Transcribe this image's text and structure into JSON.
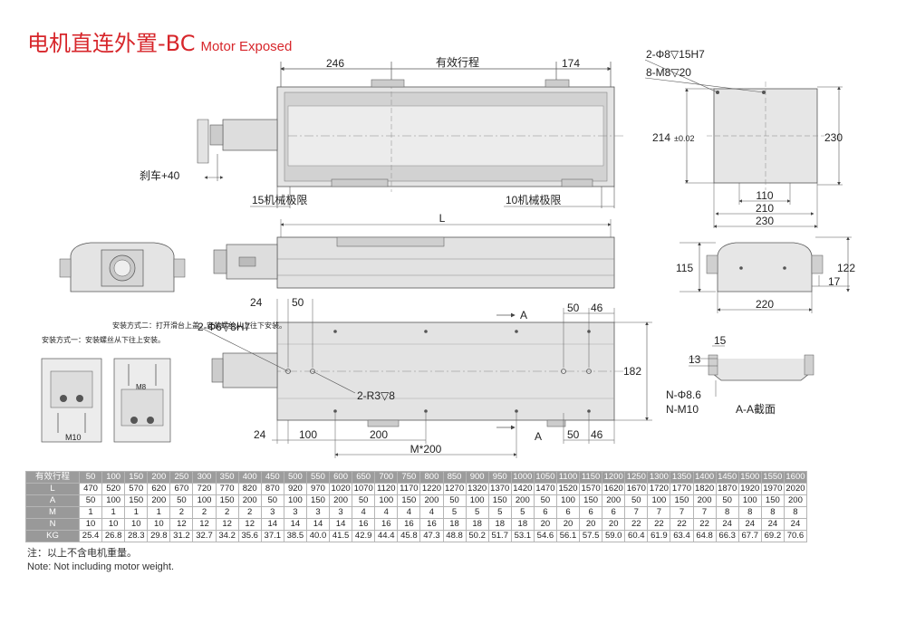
{
  "title": {
    "main": "电机直连外置-BC",
    "sub": "Motor Exposed"
  },
  "top_view": {
    "dim_left": "246",
    "dim_stroke": "有效行程",
    "dim_right": "174",
    "brake": "刹车+40",
    "limit_left": "15机械极限",
    "limit_right": "10机械极限"
  },
  "end_view": {
    "hole_top": "2-Φ8▽15H7",
    "hole_thread": "8-M8▽20",
    "dim_height": "214",
    "dim_tol": "±0.02",
    "dim_right": "230",
    "dim_110": "110",
    "dim_210": "210",
    "dim_230": "230"
  },
  "side_view": {
    "dim_L": "L"
  },
  "rear_view": {
    "dim_115": "115",
    "dim_122": "122",
    "dim_17": "17",
    "dim_220": "220"
  },
  "bottom_view": {
    "dim_24_top": "24",
    "dim_50_top": "50",
    "hole_pin": "2-Φ6▽8H7",
    "section_top": "A",
    "dim_50_r": "50",
    "dim_46_r": "46",
    "dim_182": "182",
    "slot": "2-R3▽8",
    "dim_24_bot": "24",
    "dim_100": "100",
    "dim_200": "200",
    "section_bot": "A",
    "dim_50_rb": "50",
    "dim_46_rb": "46",
    "dim_M200": "M*200"
  },
  "section": {
    "dim_13": "13",
    "dim_15": "15",
    "hole_d": "N-Φ8.6",
    "hole_m": "N-M10",
    "label": "A-A截面"
  },
  "install": {
    "method1": "安装方式一：安装螺丝从下往上安装。",
    "method2": "安装方式二：打开滑台上盖，安装螺丝从上往下安装。",
    "m10": "M10",
    "m8": "M8"
  },
  "table": {
    "headers": [
      "有效行程",
      "L",
      "A",
      "M",
      "N",
      "KG"
    ],
    "stroke": [
      "50",
      "100",
      "150",
      "200",
      "250",
      "300",
      "350",
      "400",
      "450",
      "500",
      "550",
      "600",
      "650",
      "700",
      "750",
      "800",
      "850",
      "900",
      "950",
      "1000",
      "1050",
      "1100",
      "1150",
      "1200",
      "1250",
      "1300",
      "1350",
      "1400",
      "1450",
      "1500",
      "1550",
      "1600"
    ],
    "L": [
      "470",
      "520",
      "570",
      "620",
      "670",
      "720",
      "770",
      "820",
      "870",
      "920",
      "970",
      "1020",
      "1070",
      "1120",
      "1170",
      "1220",
      "1270",
      "1320",
      "1370",
      "1420",
      "1470",
      "1520",
      "1570",
      "1620",
      "1670",
      "1720",
      "1770",
      "1820",
      "1870",
      "1920",
      "1970",
      "2020"
    ],
    "A": [
      "50",
      "100",
      "150",
      "200",
      "50",
      "100",
      "150",
      "200",
      "50",
      "100",
      "150",
      "200",
      "50",
      "100",
      "150",
      "200",
      "50",
      "100",
      "150",
      "200",
      "50",
      "100",
      "150",
      "200",
      "50",
      "100",
      "150",
      "200",
      "50",
      "100",
      "150",
      "200"
    ],
    "M": [
      "1",
      "1",
      "1",
      "1",
      "2",
      "2",
      "2",
      "2",
      "3",
      "3",
      "3",
      "3",
      "4",
      "4",
      "4",
      "4",
      "5",
      "5",
      "5",
      "5",
      "6",
      "6",
      "6",
      "6",
      "7",
      "7",
      "7",
      "7",
      "8",
      "8",
      "8",
      "8"
    ],
    "N": [
      "10",
      "10",
      "10",
      "10",
      "12",
      "12",
      "12",
      "12",
      "14",
      "14",
      "14",
      "14",
      "16",
      "16",
      "16",
      "16",
      "18",
      "18",
      "18",
      "18",
      "20",
      "20",
      "20",
      "20",
      "22",
      "22",
      "22",
      "22",
      "24",
      "24",
      "24",
      "24"
    ],
    "KG": [
      "25.4",
      "26.8",
      "28.3",
      "29.8",
      "31.2",
      "32.7",
      "34.2",
      "35.6",
      "37.1",
      "38.5",
      "40.0",
      "41.5",
      "42.9",
      "44.4",
      "45.8",
      "47.3",
      "48.8",
      "50.2",
      "51.7",
      "53.1",
      "54.6",
      "56.1",
      "57.5",
      "59.0",
      "60.4",
      "61.9",
      "63.4",
      "64.8",
      "66.3",
      "67.7",
      "69.2",
      "70.6"
    ]
  },
  "note": {
    "cn": "注：以上不含电机重量。",
    "en": "Note: Not including motor weight."
  }
}
